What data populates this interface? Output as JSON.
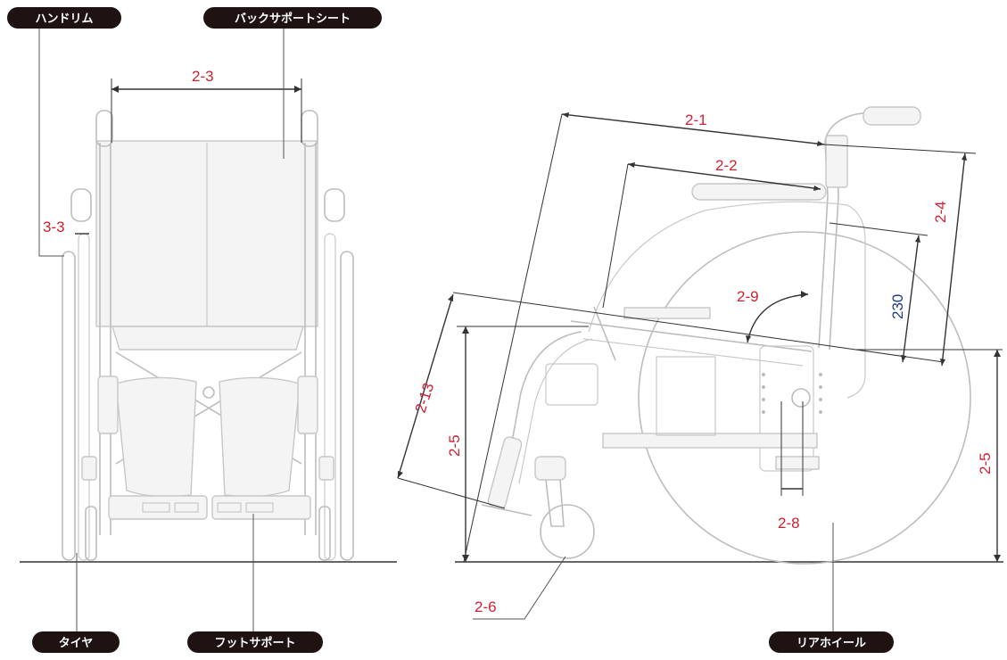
{
  "callouts": {
    "hand_rim": "ハンドリム",
    "back_support_seat": "バックサポートシート",
    "tire": "タイヤ",
    "foot_support": "フットサポート",
    "rear_wheel": "リアホイール"
  },
  "dimensions": {
    "d_2_1": "2-1",
    "d_2_2": "2-2",
    "d_2_3": "2-3",
    "d_2_4": "2-4",
    "d_2_5_left": "2-5",
    "d_2_5_right": "2-5",
    "d_2_6": "2-6",
    "d_2_8": "2-8",
    "d_2_9": "2-9",
    "d_2_13": "2-13",
    "d_3_3": "3-3",
    "d_230": "230"
  },
  "colors": {
    "pill": "#1e1212",
    "dimension_red": "#d1202f",
    "dimension_blue": "#1f3a8a",
    "drawing_line": "#bdbdbd"
  }
}
